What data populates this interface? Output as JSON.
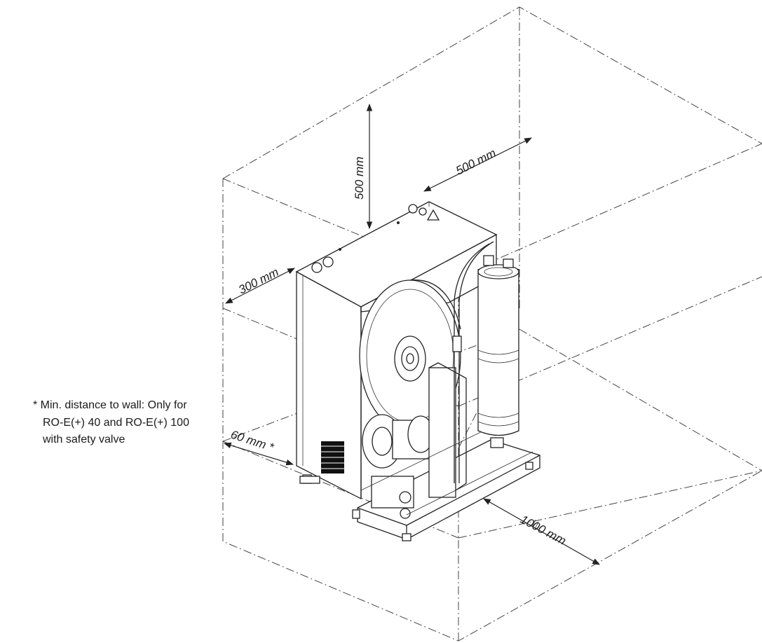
{
  "dimensions": {
    "top": "500 mm",
    "rear": "500 mm",
    "side": "300 mm",
    "wall": "60 mm *",
    "front": "1000 mm"
  },
  "footnote": {
    "line1": "*  Min. distance to wall: Only for",
    "line2": "RO-E(+) 40 and RO-E(+) 100",
    "line3": "with safety valve"
  }
}
